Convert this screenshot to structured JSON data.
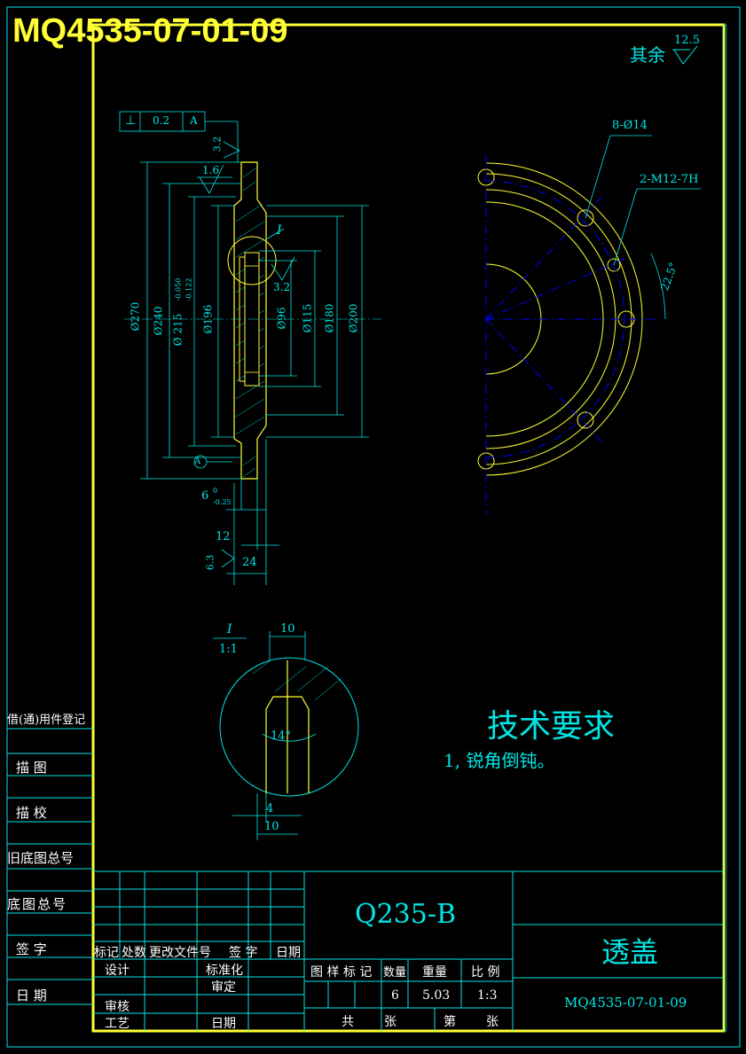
{
  "drawing_number_header": "MQ4535-07-01-09",
  "surface_note": {
    "label": "其余",
    "roughness": "12.5"
  },
  "sidebar": [
    "借(通)用件登记",
    "描 图",
    "描 校",
    "旧底图总号",
    "底图总号",
    "签 字",
    "日 期"
  ],
  "main_view": {
    "tolerance_symbol": "⊥",
    "tolerance_value": "0.2",
    "datum": "A",
    "roughness_a": "3.2",
    "roughness_b": "1.6",
    "roughness_c": "3.2",
    "roughness_d": "6.3",
    "dim_270": "Ø270",
    "dim_240": "Ø240",
    "dim_215": "Ø 215",
    "dim_215_tol_upper": "-0.050",
    "dim_215_tol_lower": "-0.122",
    "dim_196": "Ø196",
    "dim_96": "Ø96",
    "dim_115": "Ø115",
    "dim_180": "Ø180",
    "dim_200": "Ø200",
    "dim_6": "6",
    "dim_6_tol_upper": "0",
    "dim_6_tol_lower": "-0.25",
    "dim_12": "12",
    "dim_24": "24",
    "detail_marker": "I"
  },
  "side_view": {
    "holes": "8-Ø14",
    "threads": "2-M12-7H",
    "angle": "22.5°"
  },
  "detail_view": {
    "label": "I",
    "scale": "1:1",
    "dim_top": "10",
    "angle": "14°",
    "dim_4": "4",
    "dim_bottom": "10"
  },
  "tech_requirements": {
    "title": "技术要求",
    "item1": "1, 锐角倒钝。"
  },
  "title_block": {
    "material": "Q235-B",
    "part_name": "透盖",
    "drawing_number": "MQ4535-07-01-09",
    "rev_headers": [
      "标记",
      "处数",
      "更改文件号",
      "签 字",
      "日期"
    ],
    "sign_labels": [
      "设计",
      "标准化",
      "审定",
      "审核",
      "工艺",
      "日期"
    ],
    "info_headers": [
      "图 样 标 记",
      "数量",
      "重量",
      "比 例"
    ],
    "quantity": "6",
    "weight": "5.03",
    "scale": "1:3",
    "sheet_total_label": "共",
    "sheet_unit_a": "张",
    "sheet_no_label": "第",
    "sheet_unit_b": "张"
  }
}
